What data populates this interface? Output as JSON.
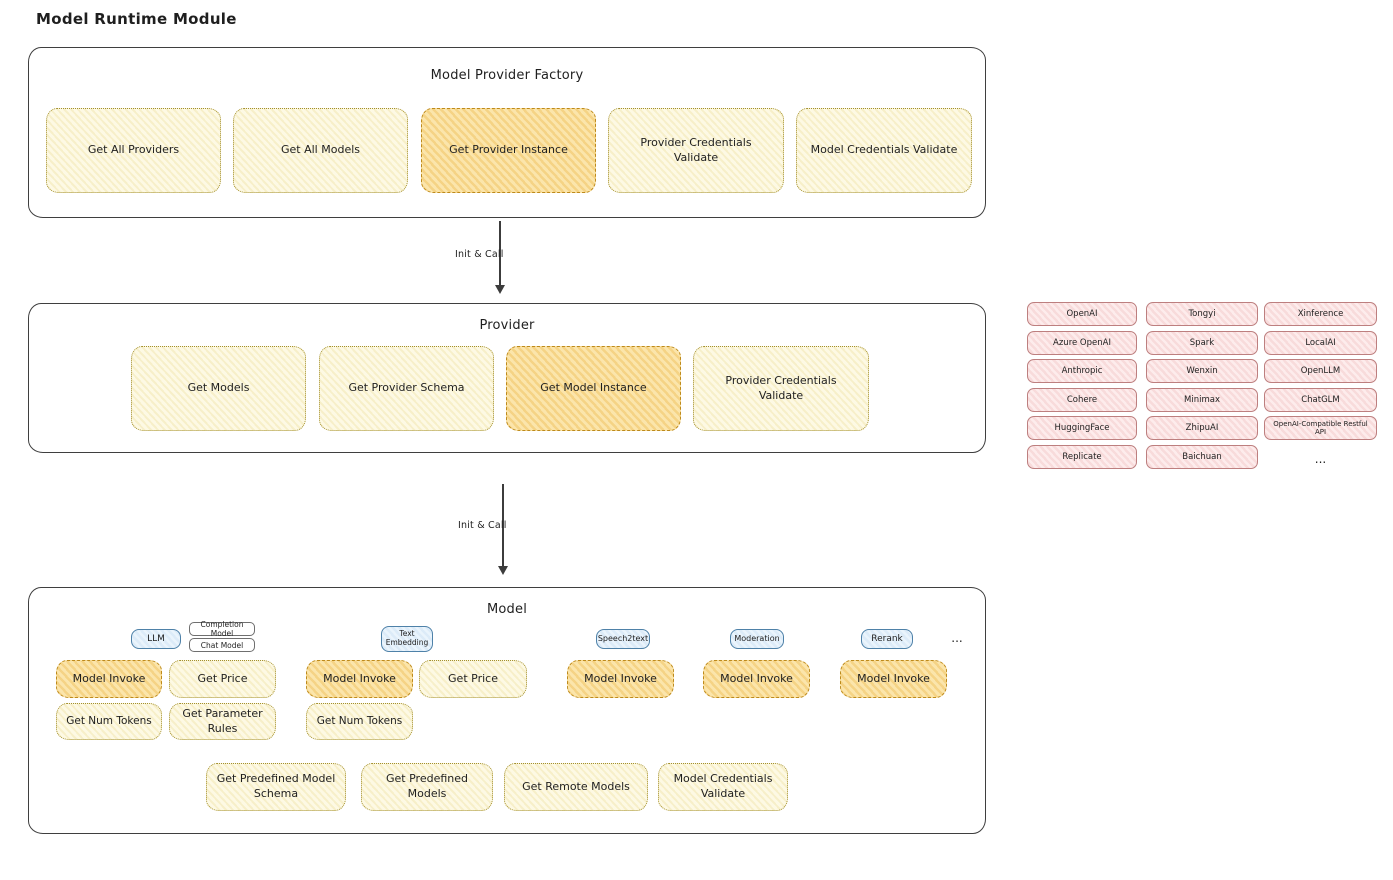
{
  "page_title": "Model Runtime Module",
  "palette": {
    "highlight_fill": "#f5d385",
    "plain_fill": "#fdf9e4",
    "provider_chip_fill": "#f8dbdb",
    "type_chip_fill": "#dcebf8",
    "panel_border": "#3f3f3f"
  },
  "factory": {
    "title": "Model Provider Factory",
    "buttons": [
      "Get All Providers",
      "Get All Models",
      "Get Provider Instance",
      "Provider Credentials Validate",
      "Model Credentials Validate"
    ]
  },
  "arrows": {
    "factory_to_provider": "Init & Call",
    "provider_to_model": "Init & Call"
  },
  "provider": {
    "title": "Provider",
    "buttons": [
      "Get Models",
      "Get Provider Schema",
      "Get Model Instance",
      "Provider Credentials Validate"
    ]
  },
  "providers": {
    "col1": [
      "OpenAI",
      "Azure OpenAI",
      "Anthropic",
      "Cohere",
      "HuggingFace",
      "Replicate"
    ],
    "col2": [
      "Tongyi",
      "Spark",
      "Wenxin",
      "Minimax",
      "ZhipuAI",
      "Baichuan"
    ],
    "col3": [
      "Xinference",
      "LocalAI",
      "OpenLLM",
      "ChatGLM",
      "OpenAI-Compatible Restful API"
    ],
    "ellipsis": "..."
  },
  "model": {
    "title": "Model",
    "types": {
      "llm": "LLM",
      "completion_model": "Completion Model",
      "chat_model": "Chat Model",
      "text_embedding": "Text Embedding",
      "speech2text": "Speech2text",
      "moderation": "Moderation",
      "rerank": "Rerank",
      "ellipsis": "..."
    },
    "llm_functions": [
      "Model Invoke",
      "Get Price",
      "Get Num Tokens",
      "Get Parameter Rules"
    ],
    "text_embedding_functions": [
      "Model Invoke",
      "Get Price",
      "Get Num Tokens"
    ],
    "speech2text_functions": [
      "Model Invoke"
    ],
    "moderation_functions": [
      "Model Invoke"
    ],
    "rerank_functions": [
      "Model Invoke"
    ],
    "common_functions": [
      "Get Predefined Model Schema",
      "Get Predefined Models",
      "Get Remote Models",
      "Model Credentials Validate"
    ]
  }
}
